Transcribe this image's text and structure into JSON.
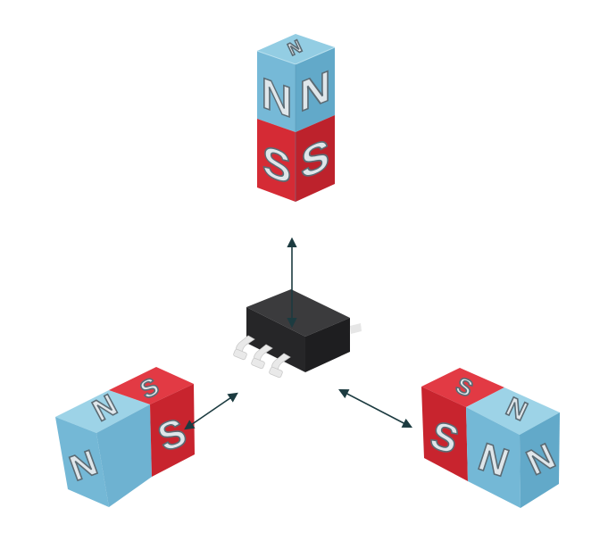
{
  "colors": {
    "north_face_top": "#8fcbe2",
    "north_face_front": "#6fb6d5",
    "north_face_side": "#5aa3c4",
    "south_face_top": "#e1333d",
    "south_face_front": "#d42a34",
    "south_face_side": "#b71f29",
    "chip_body": "#2b2b2d",
    "chip_top": "#3a3a3c",
    "chip_leads": "#e6e6e6",
    "arrow": "#1c3b40"
  },
  "magnets": {
    "top": {
      "north_label": "N",
      "south_label": "S"
    },
    "left": {
      "north_label": "N",
      "south_label": "S"
    },
    "right": {
      "north_label": "N",
      "south_label": "S"
    }
  },
  "sensor": {
    "icon": "hall-sensor-chip-icon"
  }
}
